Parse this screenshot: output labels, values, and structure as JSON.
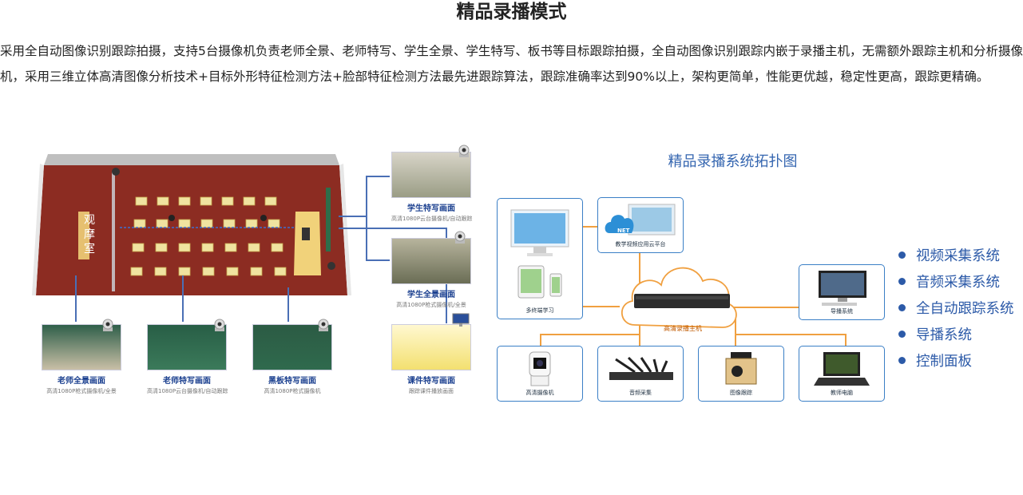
{
  "title": "精品录播模式",
  "paragraph": "采用全自动图像识别跟踪拍摄，支持5台摄像机负责老师全景、老师特写、学生全景、学生特写、板书等目标跟踪拍摄，全自动图像识别跟踪内嵌于录播主机，无需额外跟踪主机和分析摄像机，采用三维立体高清图像分析技术+目标外形特征检测方法+脸部特征检测方法最先进跟踪算法，跟踪准确率达到90%以上，架构更简单，性能更优越，稳定性更高，跟踪更精确。",
  "classroom": {
    "observation_room": "观摩室",
    "right_cards": [
      {
        "caption": "学生特写画面",
        "sub": "高清1080P云台摄像机/自动跟踪"
      },
      {
        "caption": "学生全景画面",
        "sub": "高清1080P枪式摄像机/全景"
      },
      {
        "caption": "课件特写画面",
        "sub": "跟踪课件播放画面"
      }
    ],
    "bottom_cards": [
      {
        "caption": "老师全景画面",
        "sub": "高清1080P枪式摄像机/全景"
      },
      {
        "caption": "老师特写画面",
        "sub": "高清1080P云台摄像机/自动跟踪"
      },
      {
        "caption": "黑板特写画面",
        "sub": "高清1080P枪式摄像机"
      }
    ]
  },
  "topology": {
    "title": "精品录播系统拓扑图",
    "host_label": "高清录播主机",
    "net_badge": "NET",
    "nodes": {
      "multi_terminal": "多终端学习",
      "cloud_platform": "教学视频应用云平台",
      "directing": "导播系统",
      "hd_camera": "高清摄像机",
      "audio": "音频采集",
      "tracking": "图像跟踪",
      "teacher_pc": "教师电脑"
    }
  },
  "legend": [
    "视频采集系统",
    "音频采集系统",
    "全自动跟踪系统",
    "导播系统",
    "控制面板"
  ],
  "colors": {
    "accent_blue": "#3566b0",
    "orange_line": "#f0a040",
    "box_border": "#3a7fc6",
    "caption_blue": "#1a3f8f"
  }
}
